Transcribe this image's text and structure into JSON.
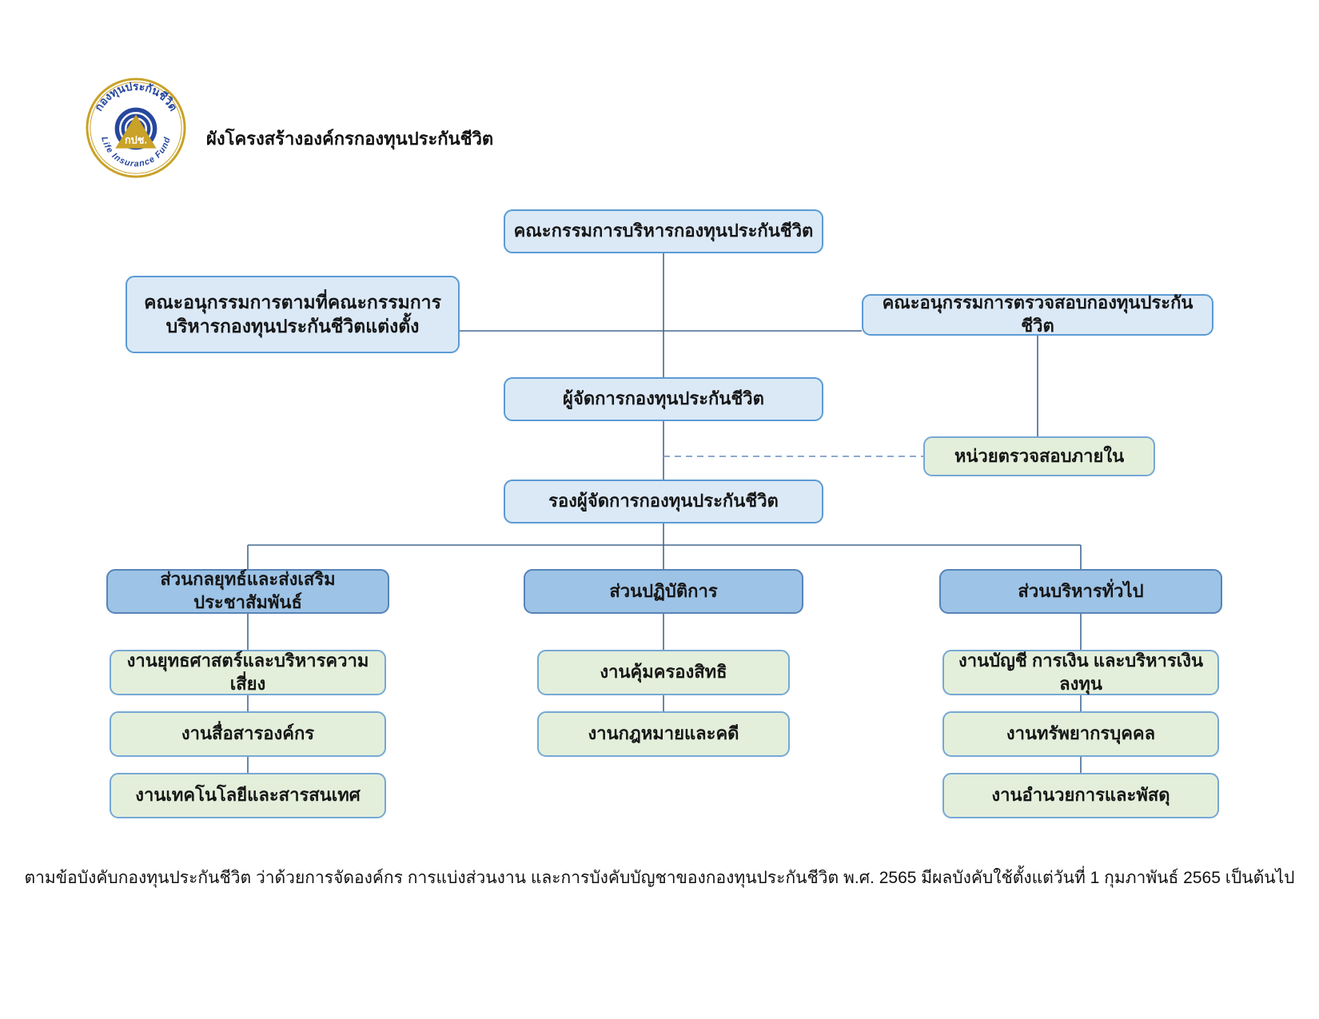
{
  "logo": {
    "arc_top_text": "กองทุนประกันชีวิต",
    "arc_bottom_text": "Life Insurance Fund",
    "center_text": "กปช."
  },
  "title": "ผังโครงสร้างองค์กรกองทุนประกันชีวิต",
  "chart": {
    "board": "คณะกรรมการบริหารกองทุนประกันชีวิต",
    "subcommittee_appointed": {
      "lines": [
        "คณะอนุกรรมการตามที่คณะกรรมการ",
        "บริหารกองทุนประกันชีวิตแต่งตั้ง"
      ]
    },
    "audit_subcommittee": "คณะอนุกรรมการตรวจสอบกองทุนประกันชีวิต",
    "manager": "ผู้จัดการกองทุนประกันชีวิต",
    "internal_audit_unit": "หน่วยตรวจสอบภายใน",
    "deputy_manager": "รองผู้จัดการกองทุนประกันชีวิต",
    "divisions": [
      {
        "name": "ส่วนกลยุทธ์และส่งเสริมประชาสัมพันธ์",
        "units": [
          "งานยุทธศาสตร์และบริหารความเสี่ยง",
          "งานสื่อสารองค์กร",
          "งานเทคโนโลยีและสารสนเทศ"
        ]
      },
      {
        "name": "ส่วนปฏิบัติการ",
        "units": [
          "งานคุ้มครองสิทธิ",
          "งานกฎหมายและคดี"
        ]
      },
      {
        "name": "ส่วนบริหารทั่วไป",
        "units": [
          "งานบัญชี การเงิน และบริหารเงินลงทุน",
          "งานทรัพยากรบุคคล",
          "งานอำนวยการและพัสดุ"
        ]
      }
    ]
  },
  "footer": "ตามข้อบังคับกองทุนประกันชีวิต ว่าด้วยการจัดองค์กร การแบ่งส่วนงาน และการบังคับบัญชาของกองทุนประกันชีวิต พ.ศ. 2565 มีผลบังคับใช้ตั้งแต่วันที่ 1 กุมภาพันธ์ 2565 เป็นต้นไป",
  "colors": {
    "box_blue_fill": "#dbe9f7",
    "box_blue_border": "#5b9bd5",
    "division_fill": "#9dc3e6",
    "unit_green_fill": "#e3efdb",
    "connector_line": "#44698f",
    "dashed_line": "#7f9fc6",
    "logo_gold": "#c9a227",
    "logo_blue": "#27479e"
  }
}
